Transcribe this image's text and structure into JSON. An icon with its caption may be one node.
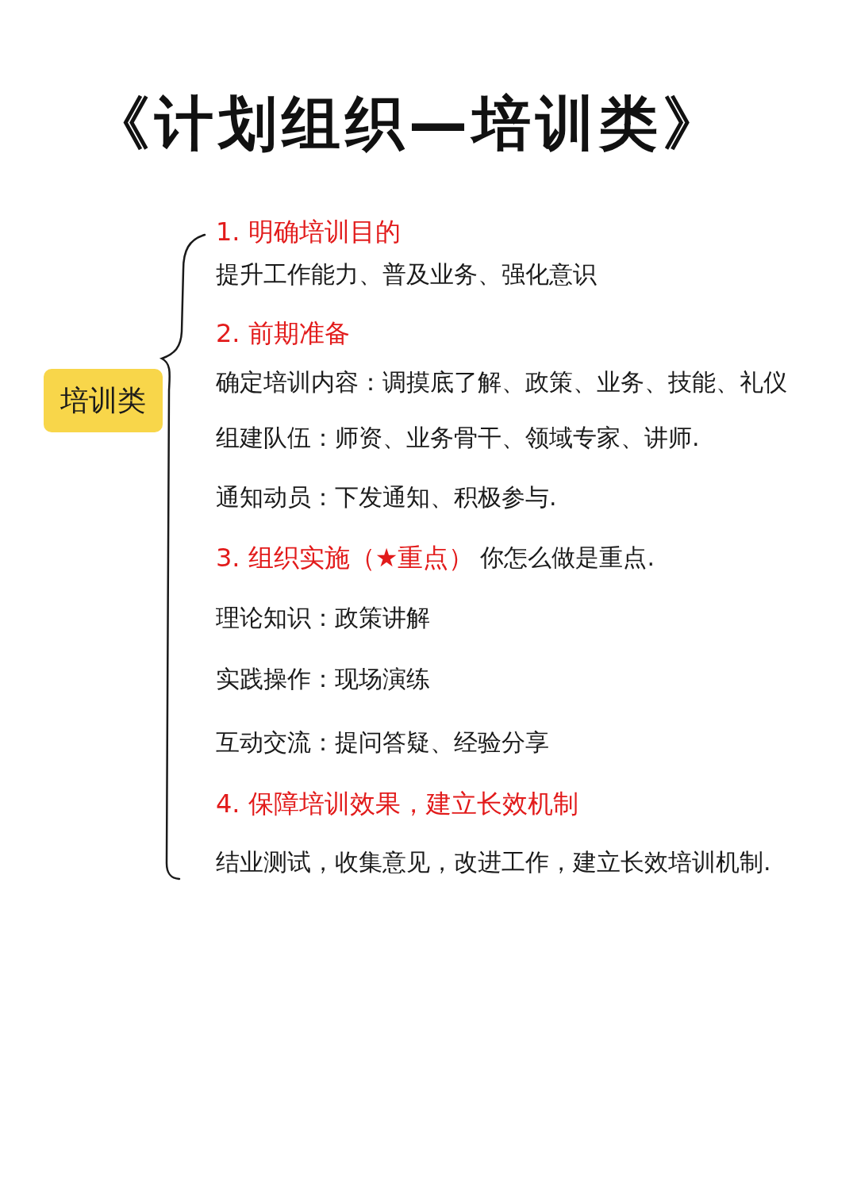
{
  "diagram": {
    "title": "《计划组织—培训类》",
    "nodes": [
      {
        "text": [
          "培训类"
        ]
      }
    ],
    "labels": [
      "1. 明确培训目的",
      "提升工作能力、普及业务、强化意识",
      "2. 前期准备",
      "确定培训内容：调摸底了解、政策、业务、技能、礼仪",
      "组建队伍：师资、业务骨干、领域专家、讲师.",
      "通知动员：下发通知、积极参与.",
      "3. 组织实施（★重点）",
      "你怎么做是重点.",
      "理论知识：政策讲解",
      "实践操作：现场演练",
      "互动交流：提问答疑、经验分享",
      "4. 保障培训效果，建立长效机制",
      "结业测试，收集意见，改进工作，建立长效培训机制."
    ]
  }
}
